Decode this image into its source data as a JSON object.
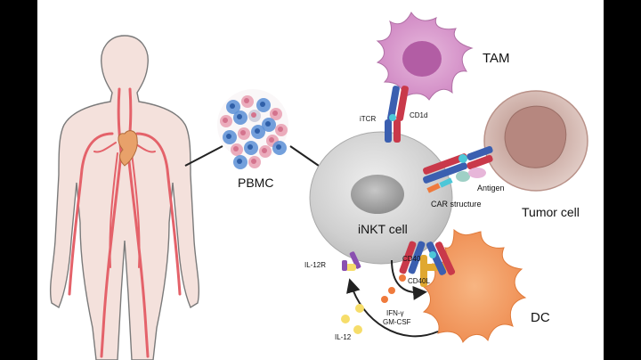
{
  "labels": {
    "tam": "TAM",
    "pbmc": "PBMC",
    "itcr": "iTCR",
    "cd1d": "CD1d",
    "antigen": "Antigen",
    "car_structure": "CAR structure",
    "tumor_cell": "Tumor cell",
    "inkt_cell": "iNKT cell",
    "il12r": "IL-12R",
    "cd40": "CD40",
    "cd40l": "CD40L",
    "ifn": "IFN-γ",
    "gmcsf": "GM-CSF",
    "il12": "IL-12",
    "dc": "DC"
  },
  "colors": {
    "background": "#000000",
    "panel": "#ffffff",
    "body_fill": "#f4e1dc",
    "vessel": "#e4626a",
    "heart": "#e8a16a",
    "tam_cell": "#dc9fcf",
    "tam_nucleus": "#b25da4",
    "inkt_cell": "#d3d3d3",
    "tumor_cell": "#c9a79f",
    "dc_cell": "#f3a065",
    "receptor_blue": "#3b5fb0",
    "receptor_red": "#c9394a",
    "cyan": "#4cc7d8",
    "il12_dot": "#f6dd6a",
    "ifn_dot": "#ef7a3c"
  }
}
